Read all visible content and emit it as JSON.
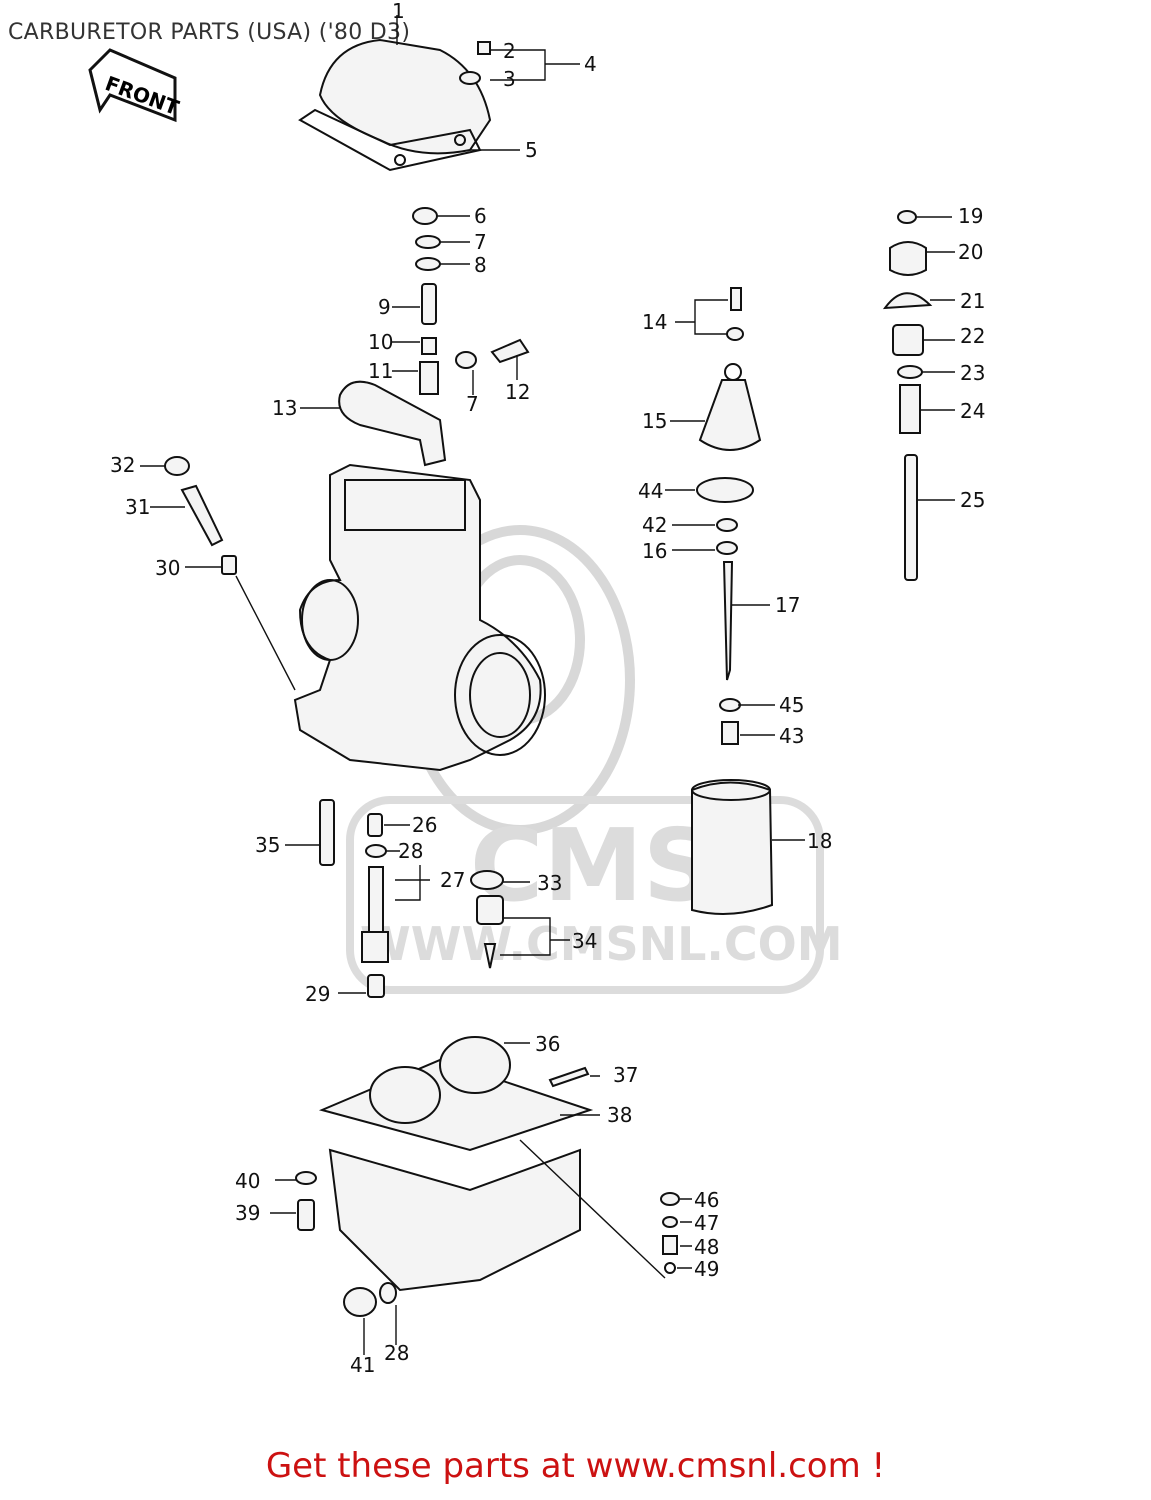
{
  "title": "CARBURETOR PARTS (USA) ('80 D3)",
  "front_label": "FRONT",
  "watermark": {
    "brand": "CMS",
    "site": "WWW.CMSNL.COM"
  },
  "footer": "Get these parts at www.cmsnl.com !",
  "callouts": [
    "1",
    "2",
    "3",
    "4",
    "5",
    "6",
    "7",
    "8",
    "9",
    "10",
    "11",
    "7",
    "12",
    "13",
    "14",
    "15",
    "44",
    "42",
    "16",
    "17",
    "45",
    "43",
    "18",
    "19",
    "20",
    "21",
    "22",
    "23",
    "24",
    "25",
    "32",
    "31",
    "30",
    "35",
    "26",
    "28",
    "27",
    "33",
    "34",
    "29",
    "36",
    "37",
    "38",
    "40",
    "39",
    "46",
    "47",
    "48",
    "49",
    "41",
    "28"
  ]
}
